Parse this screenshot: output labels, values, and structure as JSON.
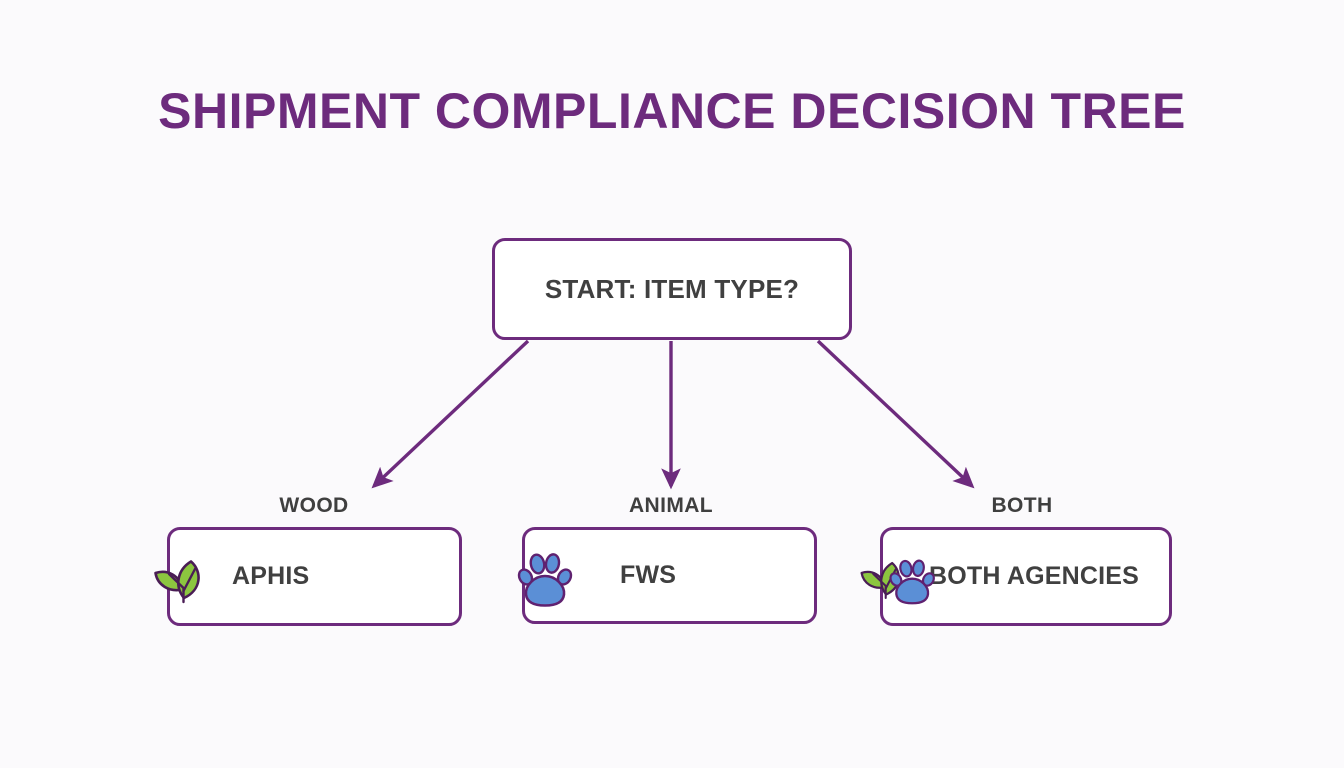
{
  "page": {
    "title": "SHIPMENT COMPLIANCE DECISION TREE",
    "background_color": "#fbfafc"
  },
  "colors": {
    "accent_purple": "#6d2b7d",
    "node_border": "#6d2b7d",
    "node_fill": "#ffffff",
    "text_dark": "#404040",
    "leaf_green": "#8cc63f",
    "paw_blue": "#5b8fd6",
    "connector": "#6d2b7d"
  },
  "diagram": {
    "type": "decision-tree",
    "root": {
      "id": "start",
      "label": "START: ITEM TYPE?",
      "icon": null
    },
    "branches": [
      {
        "id": "wood",
        "edge_label": "WOOD",
        "target": {
          "id": "aphis",
          "label": "APHIS",
          "icons": [
            "leaf-icon"
          ]
        }
      },
      {
        "id": "animal",
        "edge_label": "ANIMAL",
        "target": {
          "id": "fws",
          "label": "FWS",
          "icons": [
            "paw-icon"
          ]
        }
      },
      {
        "id": "both",
        "edge_label": "BOTH",
        "target": {
          "id": "both-agencies",
          "label": "BOTH AGENCIES",
          "icons": [
            "leaf-icon",
            "paw-icon"
          ]
        }
      }
    ]
  }
}
